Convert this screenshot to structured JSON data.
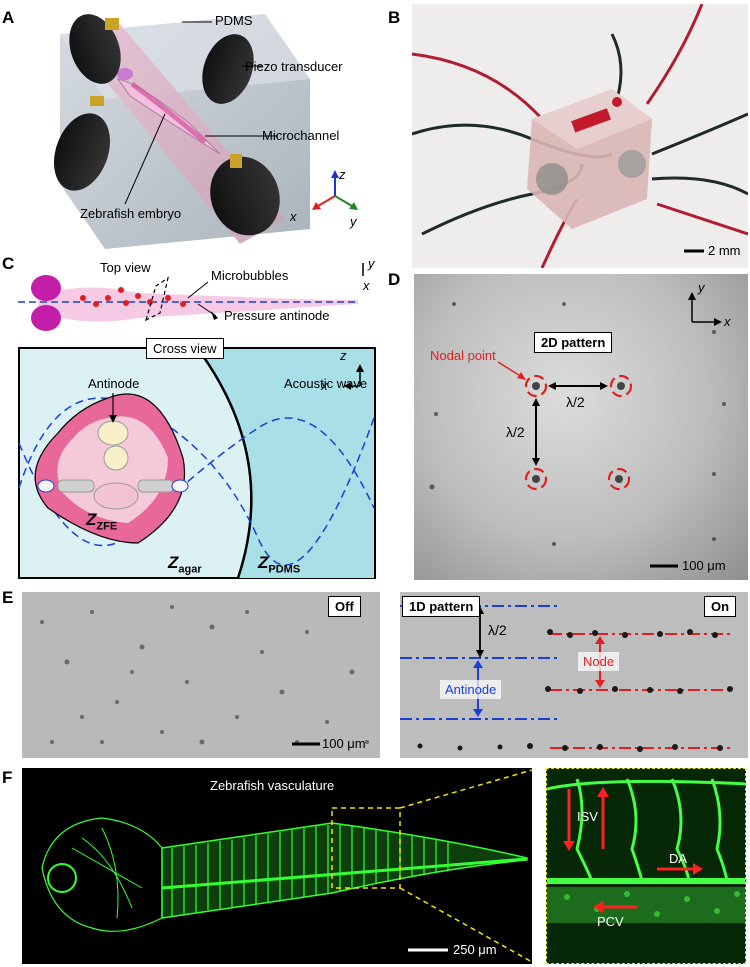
{
  "panels": {
    "A": {
      "label": "A",
      "callouts": [
        "PDMS",
        "Piezo transducer",
        "Microchannel",
        "Zebrafish embryo"
      ],
      "axes": {
        "x": "x",
        "y": "y",
        "z": "z"
      }
    },
    "B": {
      "label": "B",
      "scalebar": "2 mm"
    },
    "C": {
      "label": "C",
      "top_view": "Top view",
      "microbubbles": "Microbubbles",
      "antinode_line": "Pressure antinode",
      "cross_view": "Cross view",
      "antinode": "Antinode",
      "acoustic_wave": "Acoustic wave",
      "z_zfe": {
        "base": "Z",
        "sub": "ZFE"
      },
      "z_agar": {
        "base": "Z",
        "sub": "agar"
      },
      "z_pdms": {
        "base": "Z",
        "sub": "PDMS"
      },
      "axes_top": {
        "x": "x",
        "y": "y"
      },
      "axes_cross": {
        "x": "x",
        "z": "z"
      }
    },
    "D": {
      "label": "D",
      "pattern": "2D pattern",
      "nodal_point": "Nodal point",
      "lambda": "λ/2",
      "axes": {
        "x": "x",
        "y": "y"
      },
      "scalebar": "100 μm"
    },
    "E": {
      "label": "E",
      "off": "Off",
      "on": "On",
      "pattern": "1D pattern",
      "lambda": "λ/2",
      "node": "Node",
      "antinode": "Antinode",
      "scalebar": "100 μm"
    },
    "F": {
      "label": "F",
      "title": "Zebrafish vasculature",
      "scalebar": "250 μm",
      "isv": "ISV",
      "da": "DA",
      "pcv": "PCV"
    }
  },
  "colors": {
    "red_marker": "#e02020",
    "blue_dash": "#1a3fd6",
    "green_vessel": "#33ff33",
    "yellow_dash": "#f2e600"
  }
}
